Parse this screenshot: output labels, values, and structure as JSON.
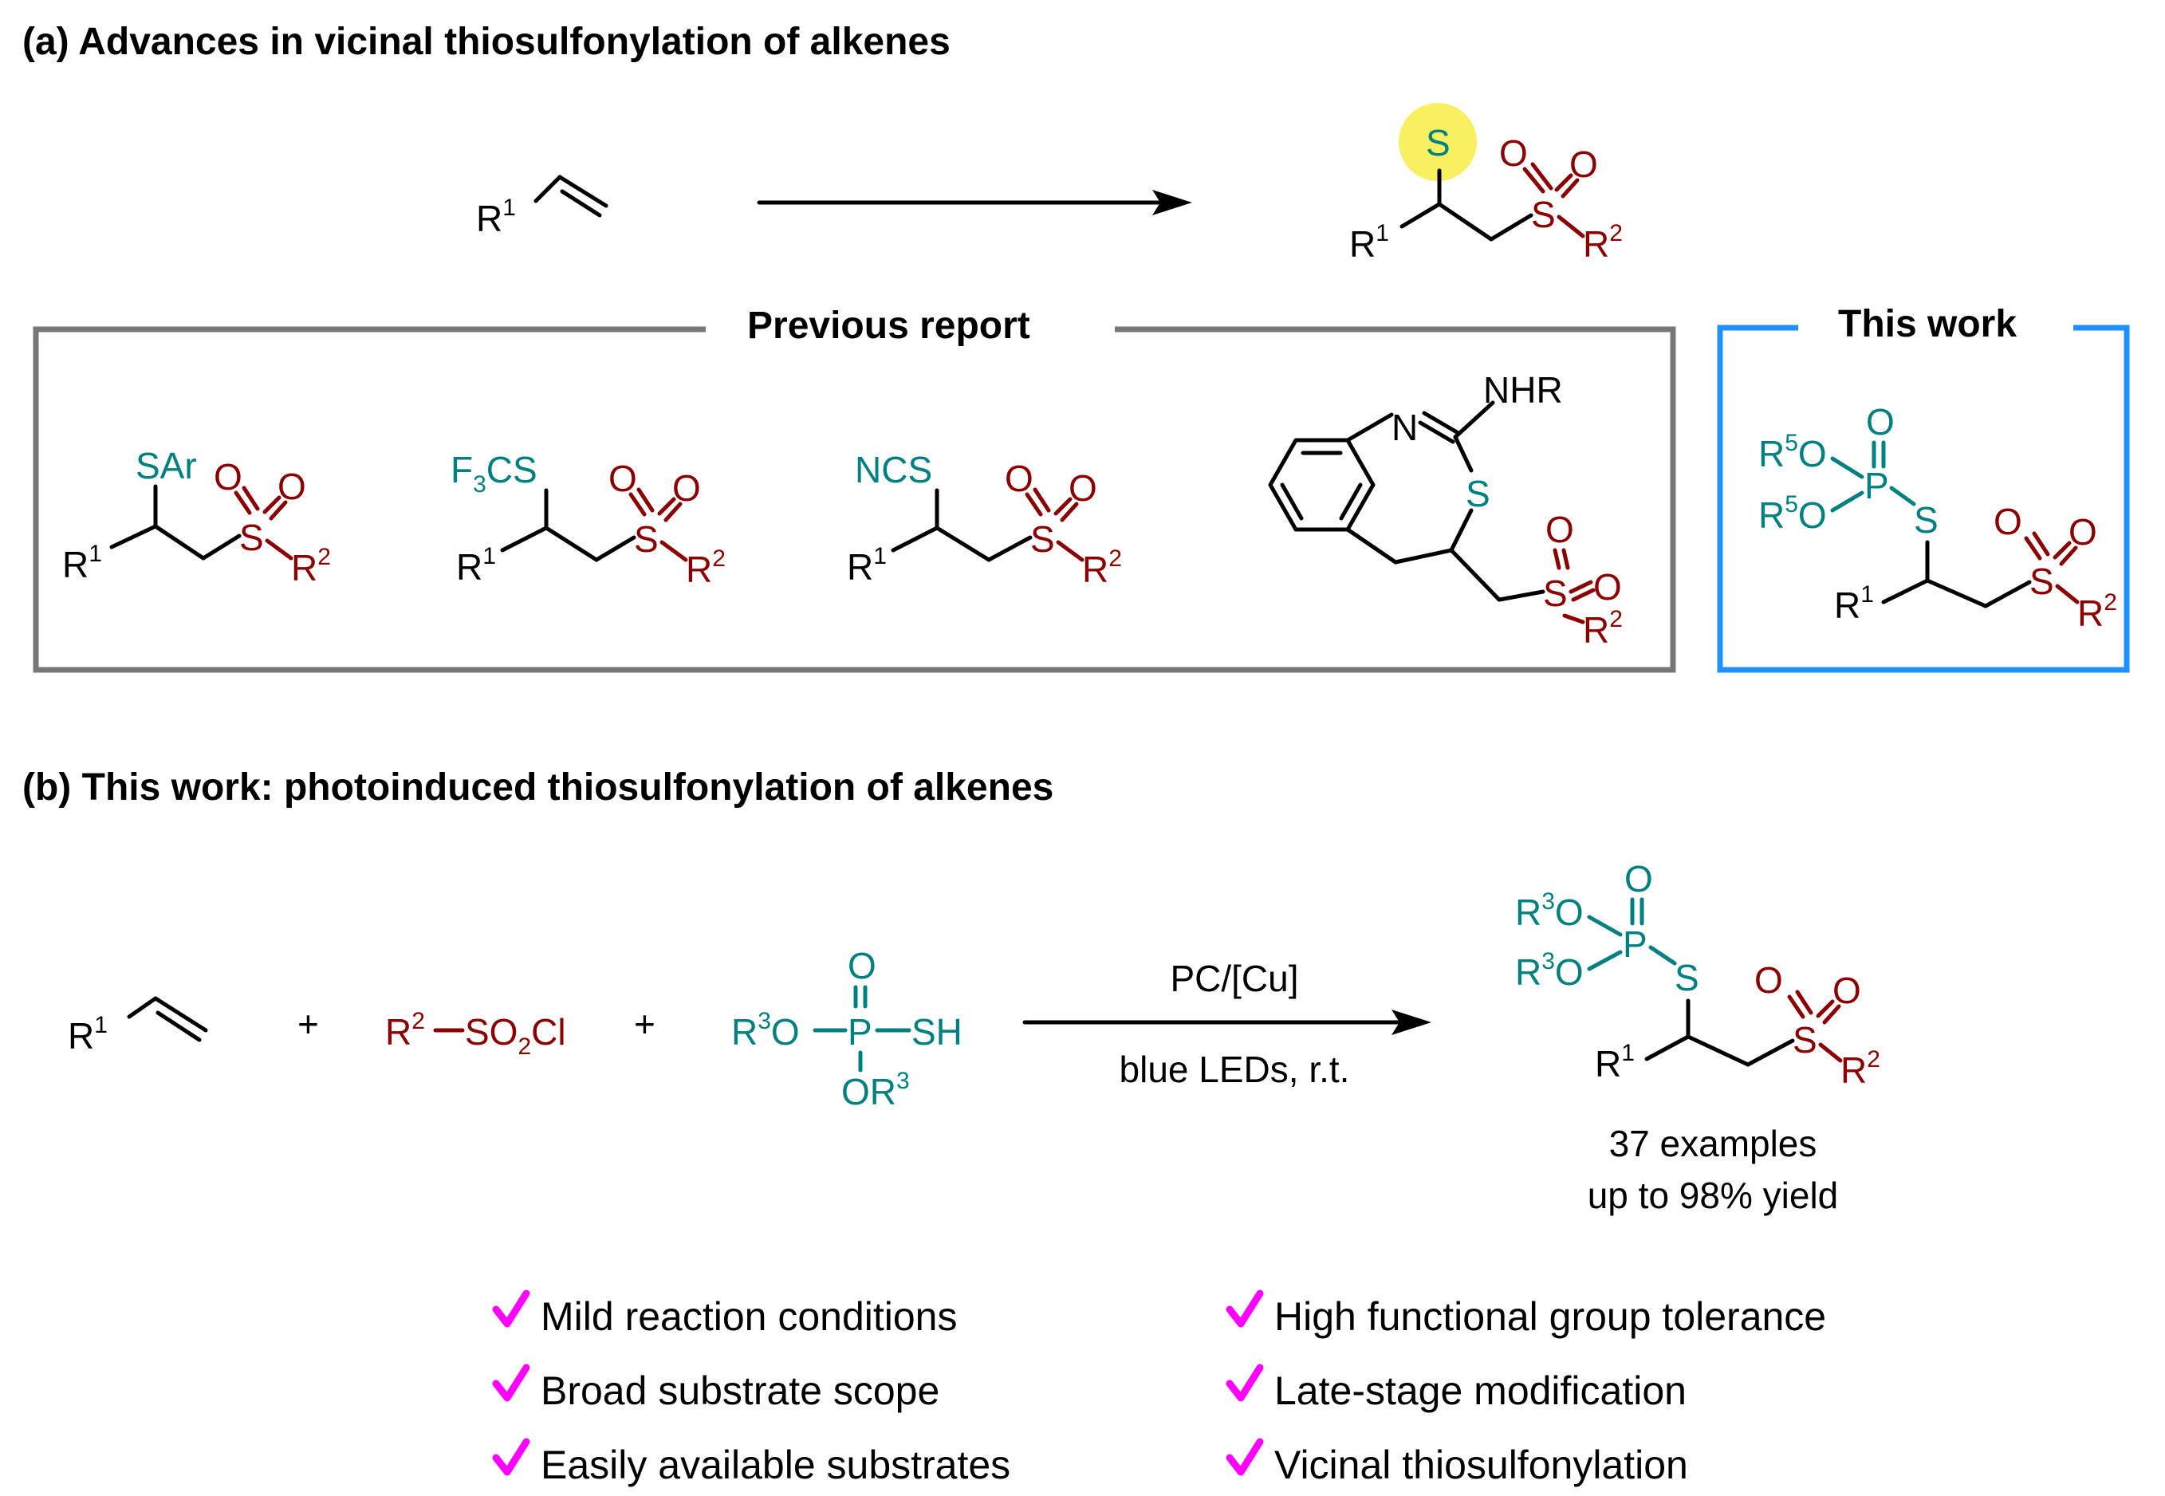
{
  "colors": {
    "teal": "#008080",
    "darkred": "#8B0000",
    "gray_box": "#777777",
    "blue_box": "#1e90ff",
    "highlight": "#f8f060",
    "check": "#ff00ff"
  },
  "section_a": {
    "title": "(a) Advances in vicinal thiosulfonylation of alkenes",
    "previous_label": "Previous report",
    "this_work_label": "This work"
  },
  "section_b": {
    "title": "(b) This work: photoinduced thiosulfonylation of alkenes",
    "plus": "+",
    "conditions_top": "PC/[Cu]",
    "conditions_bottom": "blue LEDs, r.t.",
    "examples": "37 examples",
    "yield": "up to 98% yield"
  },
  "labels": {
    "R": "R",
    "sup1": "1",
    "sup2": "2",
    "sup3": "3",
    "sup5": "5",
    "S": "S",
    "O": "O",
    "P": "P",
    "N": "N",
    "SAr": "SAr",
    "F": "F",
    "CS": "CS",
    "sub3": "3",
    "NCS": "NCS",
    "NHR": "NHR",
    "SH": "SH",
    "Cl": "Cl",
    "SO": "SO",
    "sub2": "2"
  },
  "features": [
    "Mild reaction conditions",
    "High functional group tolerance",
    "Broad substrate scope",
    "Late-stage modification",
    "Easily available substrates",
    "Vicinal thiosulfonylation"
  ]
}
